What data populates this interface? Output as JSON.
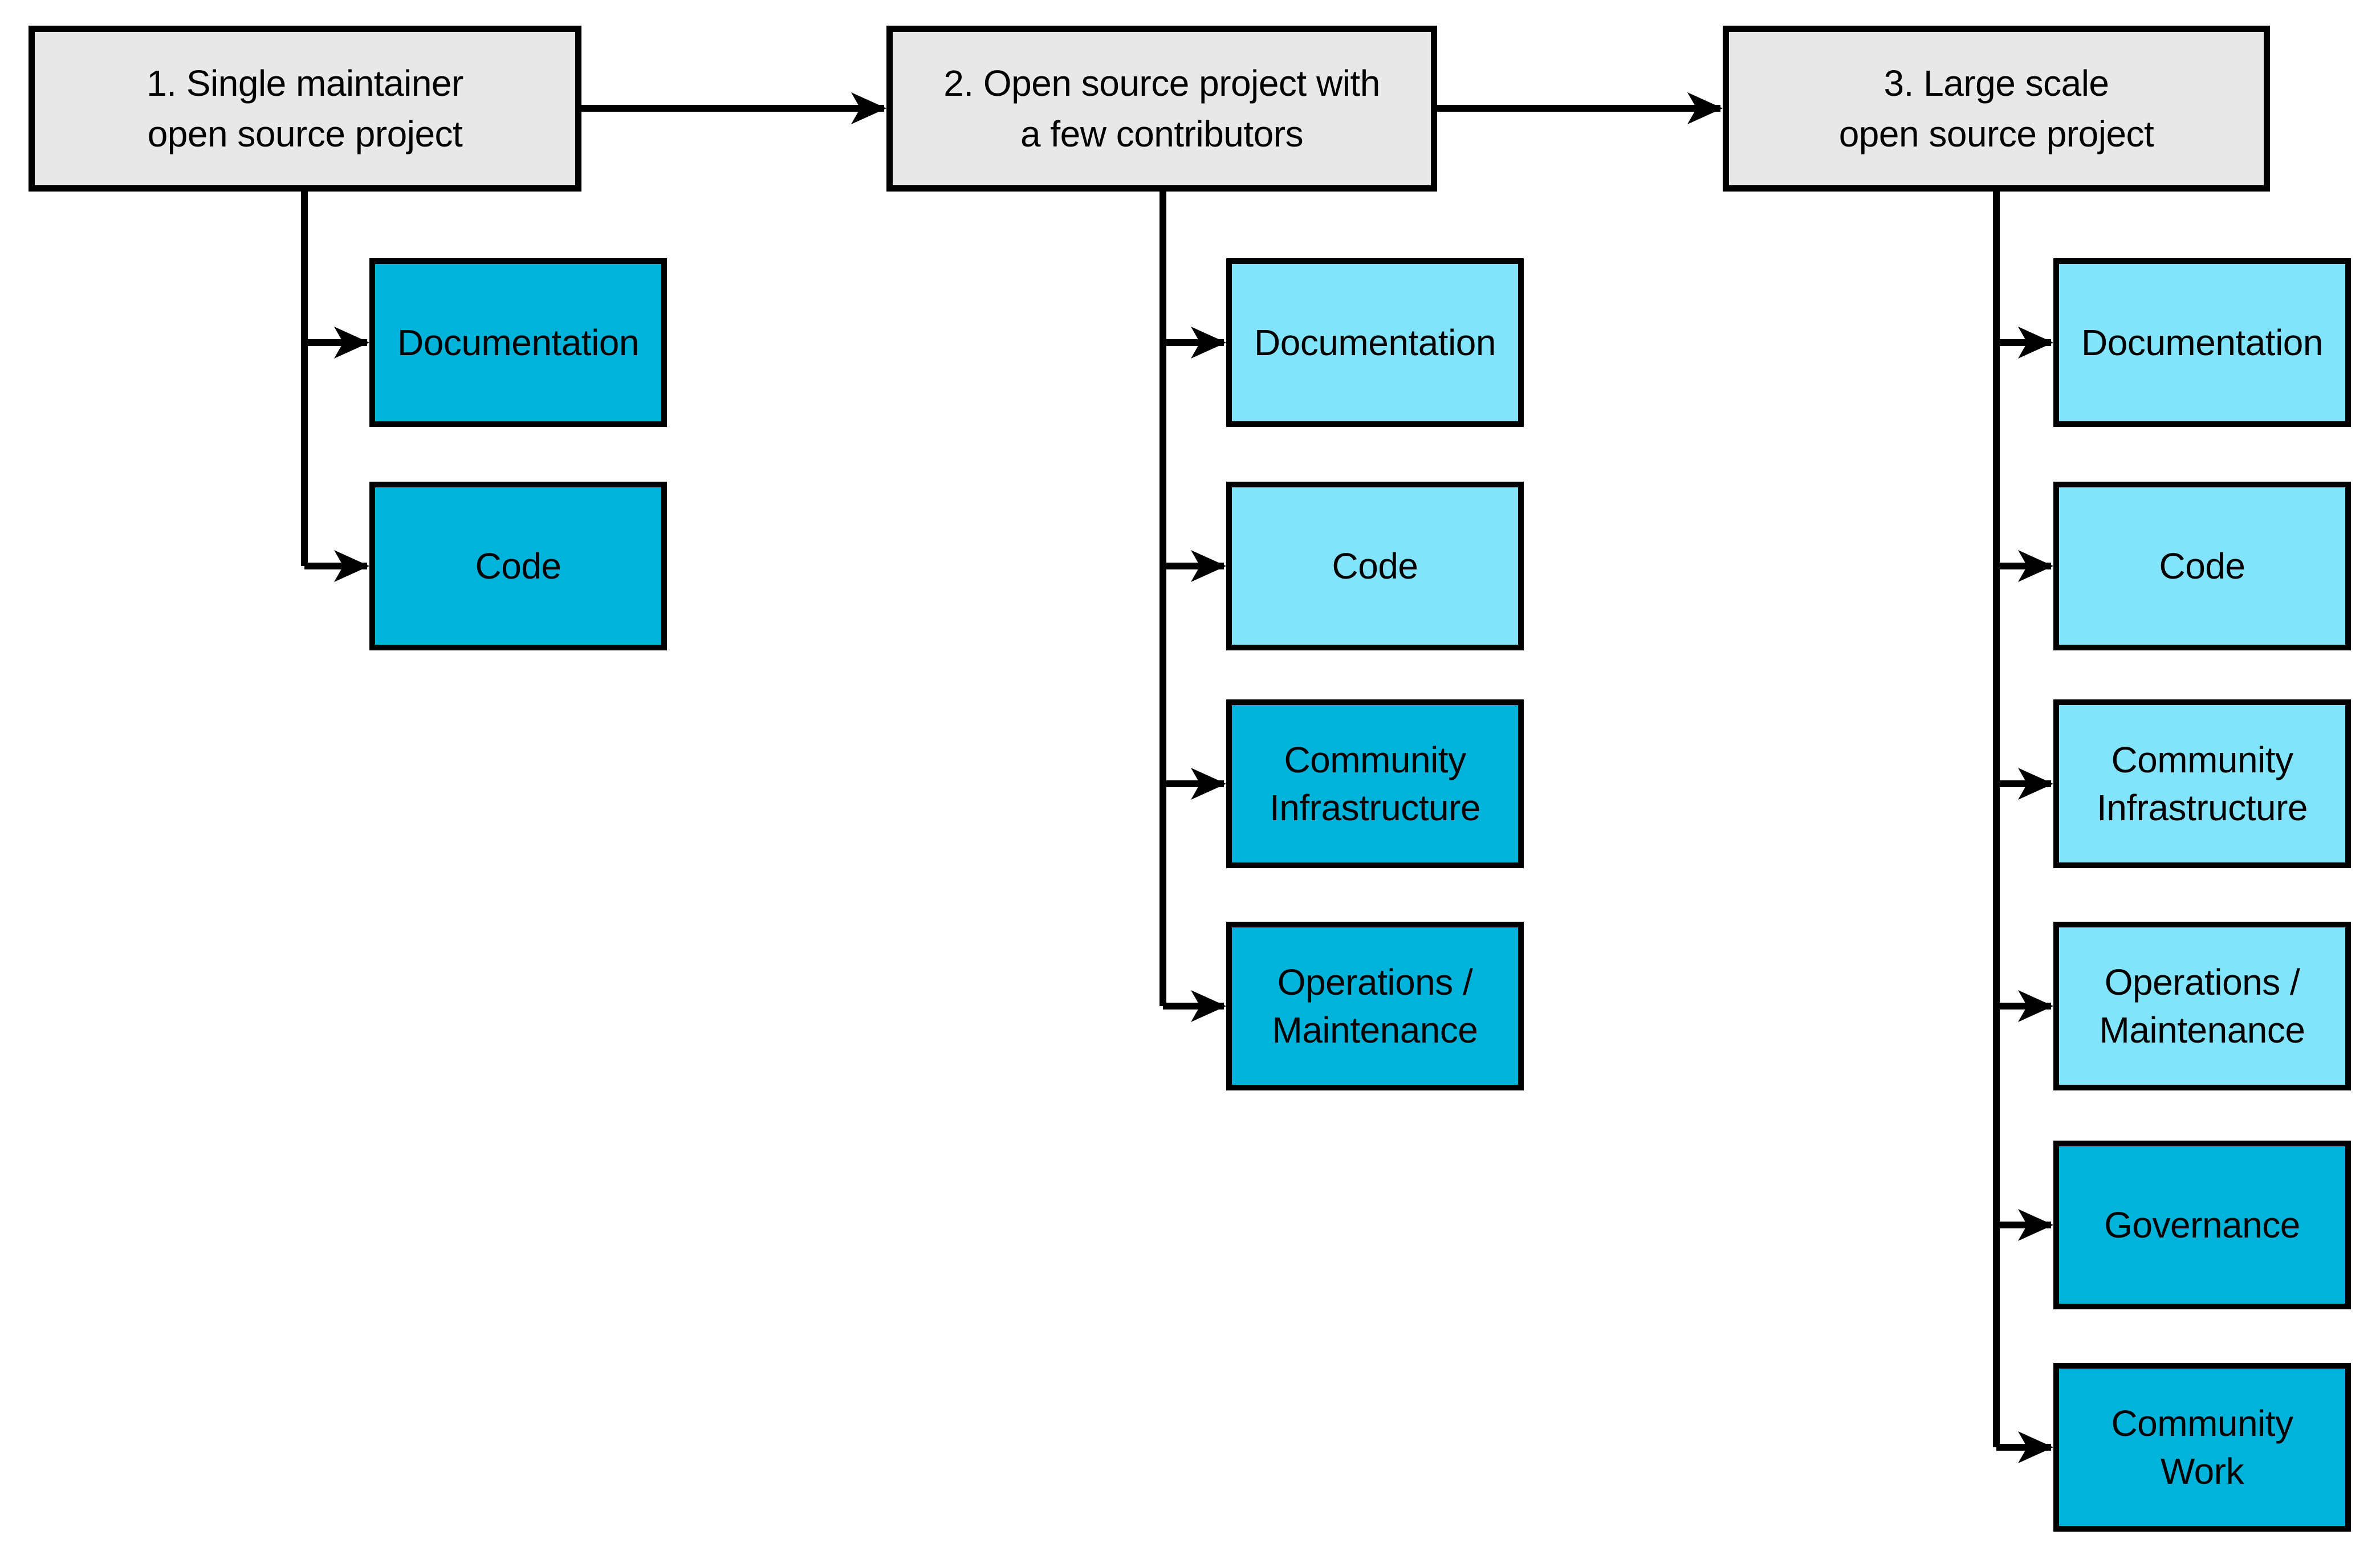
{
  "diagram": {
    "colors": {
      "stage_fill": "#e8e8e8",
      "new_item_fill": "#00b3db",
      "carried_item_fill": "#82e4fb",
      "connector": "#000000",
      "border": "#000000",
      "text": "#000000",
      "background": "#ffffff"
    },
    "stages": [
      {
        "fill": "stage_fill",
        "title_line1": "1. Single maintainer",
        "title_line2": "open source project",
        "items": [
          {
            "label": "Documentation",
            "fill": "new_item_fill"
          },
          {
            "label": "Code",
            "fill": "new_item_fill"
          }
        ]
      },
      {
        "fill": "stage_fill",
        "title_line1": "2. Open source project with",
        "title_line2": "a few contributors",
        "items": [
          {
            "label": "Documentation",
            "fill": "carried_item_fill"
          },
          {
            "label": "Code",
            "fill": "carried_item_fill"
          },
          {
            "label": "Community Infrastructure",
            "fill": "new_item_fill"
          },
          {
            "label": "Operations / Maintenance",
            "fill": "new_item_fill"
          }
        ]
      },
      {
        "fill": "stage_fill",
        "title_line1": "3. Large scale",
        "title_line2": "open source project",
        "items": [
          {
            "label": "Documentation",
            "fill": "carried_item_fill"
          },
          {
            "label": "Code",
            "fill": "carried_item_fill"
          },
          {
            "label": "Community Infrastructure",
            "fill": "carried_item_fill"
          },
          {
            "label": "Operations / Maintenance",
            "fill": "carried_item_fill"
          },
          {
            "label": "Governance",
            "fill": "new_item_fill"
          },
          {
            "label": "Community Work",
            "fill": "new_item_fill"
          }
        ]
      }
    ]
  }
}
